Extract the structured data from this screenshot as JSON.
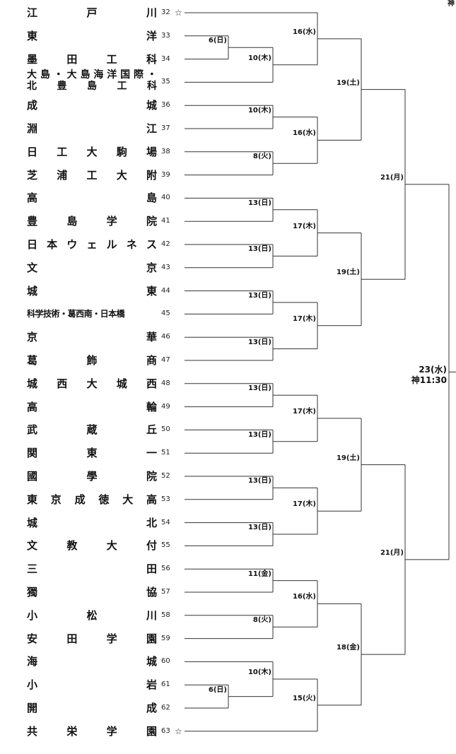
{
  "teams": [
    {
      "name": "江戸川",
      "seed": "32",
      "star": "☆"
    },
    {
      "name": "東洋",
      "seed": "33"
    },
    {
      "name": "墨田工科",
      "seed": "34"
    },
    {
      "name": "大島・大島海洋国際・北豊島工科",
      "line1": "大島・大島海洋国際・",
      "line2": "北豊島工科",
      "seed": "35"
    },
    {
      "name": "成城",
      "seed": "36"
    },
    {
      "name": "淵江",
      "seed": "37"
    },
    {
      "name": "日工大駒場",
      "seed": "38"
    },
    {
      "name": "芝浦工大附",
      "seed": "39"
    },
    {
      "name": "高島",
      "seed": "40"
    },
    {
      "name": "豊島学院",
      "seed": "41"
    },
    {
      "name": "日本ウェルネス",
      "seed": "42"
    },
    {
      "name": "文京",
      "seed": "43"
    },
    {
      "name": "城東",
      "seed": "44"
    },
    {
      "name": "科学技術・葛西南・日本橋",
      "seed": "45"
    },
    {
      "name": "京華",
      "seed": "46"
    },
    {
      "name": "葛飾商",
      "seed": "47"
    },
    {
      "name": "城西大城西",
      "seed": "48"
    },
    {
      "name": "高輪",
      "seed": "49"
    },
    {
      "name": "武蔵丘",
      "seed": "50"
    },
    {
      "name": "関東一",
      "seed": "51"
    },
    {
      "name": "國學院",
      "seed": "52"
    },
    {
      "name": "東京成徳大高",
      "seed": "53"
    },
    {
      "name": "城北",
      "seed": "54"
    },
    {
      "name": "文教大付",
      "seed": "55"
    },
    {
      "name": "三田",
      "seed": "56"
    },
    {
      "name": "獨協",
      "seed": "57"
    },
    {
      "name": "小松川",
      "seed": "58"
    },
    {
      "name": "安田学園",
      "seed": "59"
    },
    {
      "name": "海城",
      "seed": "60"
    },
    {
      "name": "小岩",
      "seed": "61"
    },
    {
      "name": "開成",
      "seed": "62"
    },
    {
      "name": "共栄学園",
      "seed": "63",
      "star": "☆"
    }
  ],
  "round1": [
    "6(日)",
    "10(木)",
    "8(火)",
    "13(日)",
    "13(日)",
    "13(日)",
    "13(日)",
    "13(日)",
    "13(日)",
    "13(日)",
    "13(日)",
    "11(金)",
    "8(火)",
    "6(日)"
  ],
  "round2": [
    "16(水)",
    "10(木)",
    "16(水)",
    "17(木)",
    "17(木)",
    "17(木)",
    "17(木)",
    "16(水)",
    "10(木)",
    "15(火)"
  ],
  "round3": [
    "19(土)",
    "19(土)",
    "19(土)",
    "18(金)"
  ],
  "round4": [
    "21(月)",
    "21(月)"
  ],
  "final": {
    "date": "23(水)",
    "time": "神11:30"
  },
  "corner_text": "神"
}
